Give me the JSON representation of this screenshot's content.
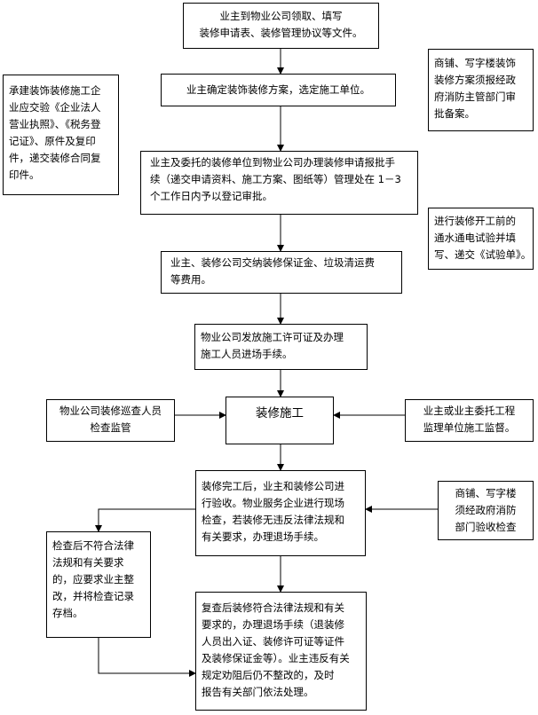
{
  "flow": {
    "step1": [
      "业主到物业公司领取、填写",
      "装修申请表、装修管理协议等文件。"
    ],
    "step2": [
      "业主确定装饰装修方案，选定施工单位。"
    ],
    "step3": [
      "业主及委托的装修单位到物业公司办理装修申请报批手",
      "续（递交申请资料、施工方案、图纸等）管理处在 1－3",
      "个工作日内予以登记审批。"
    ],
    "step4": [
      "业主、装修公司交纳装修保证金、垃圾清运费",
      "等费用。"
    ],
    "step5": [
      "物业公司发放施工许可证及办理",
      "施工人员进场手续。"
    ],
    "center": "装修施工",
    "step6": [
      "装修完工后，业主和装修公司进",
      "行验收。物业服务企业进行现场",
      "检查，若装修无违反法律法规和",
      "有关要求，办理退场手续。"
    ],
    "step7": [
      "复查后装修符合法律法规和有关",
      "要求的，办理退场手续（退装修",
      "人员出入证、装修许可证等证件",
      "及装修保证金等）。业主违反有关",
      "规定劝阻后仍不整改的，及时",
      "报告有关部门依法处理。"
    ]
  },
  "side": {
    "left_top": [
      "承建装饰装修施工企",
      "业应交验《企业法人",
      "营业执照》、《税务登",
      "记证》、原件及复印",
      "件，递交装修合同复",
      "印件。"
    ],
    "right_top": [
      "商铺、写字楼装饰",
      "装修方案须报经政",
      "府消防主管部门审",
      "批备案。"
    ],
    "right_mid": [
      "进行装修开工前的",
      "通水通电试验并填",
      "写、递交《试验单》。"
    ],
    "left_center": [
      "物业公司装修巡查人员",
      "检查监管"
    ],
    "right_center": [
      "业主或业主委托工程",
      "监理单位施工监督。"
    ],
    "right_low": [
      "商铺、写字楼",
      "须经政府消防",
      "部门验收检查"
    ],
    "left_low": [
      "检查后不符合法律",
      "法规和有关要求",
      "的，应要求业主整",
      "改，并将检查记录",
      "存档。"
    ]
  }
}
